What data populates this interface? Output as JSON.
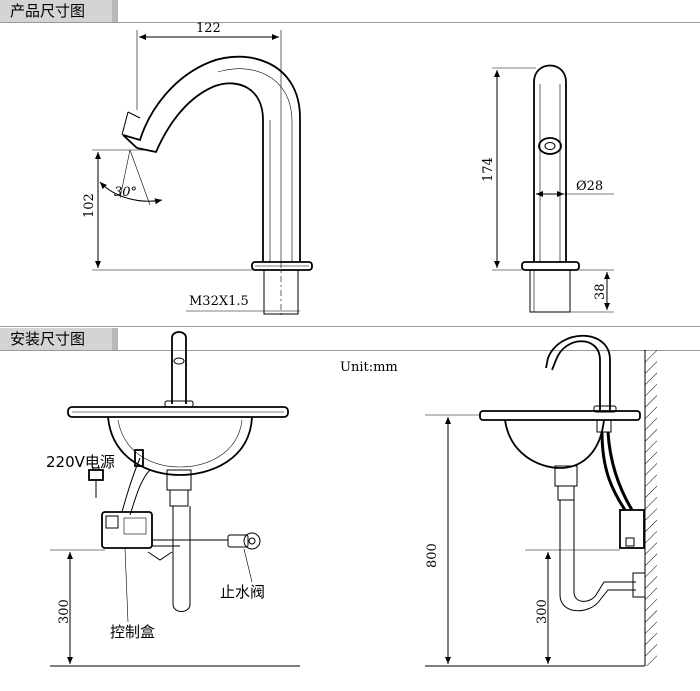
{
  "sections": {
    "product": {
      "title": "产品尺寸图"
    },
    "install": {
      "title": "安装尺寸图"
    }
  },
  "product_dims": {
    "width": "122",
    "spout_height": "102",
    "angle": "30°",
    "thread": "M32X1.5",
    "height": "174",
    "diameter": "Ø28",
    "base_height": "38"
  },
  "install_dims": {
    "unit": "Unit:mm",
    "power_label": "220V电源",
    "valve_label": "止水阀",
    "control_box_label": "控制盒",
    "box_height_left": "300",
    "counter_height": "800",
    "box_height_right": "300"
  }
}
